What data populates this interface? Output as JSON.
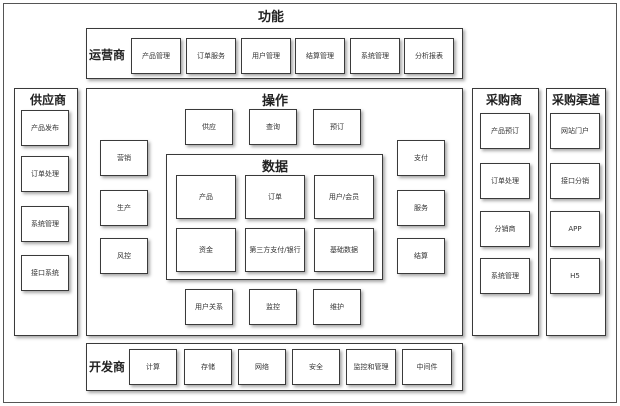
{
  "diagram": {
    "title": "功能",
    "operator": {
      "title": "运营商",
      "items": [
        "产品管理",
        "订单服务",
        "用户管理",
        "结算管理",
        "系统管理",
        "分析报表"
      ]
    },
    "supplier": {
      "title": "供应商",
      "items": [
        "产品发布",
        "订单处理",
        "系统管理",
        "接口系统"
      ]
    },
    "operation": {
      "title": "操作",
      "top": [
        "供应",
        "查询",
        "预订"
      ],
      "left": [
        "营销",
        "生产",
        "风控"
      ],
      "right": [
        "支付",
        "服务",
        "结算"
      ],
      "bottom": [
        "用户关系",
        "监控",
        "维护"
      ]
    },
    "data": {
      "title": "数据",
      "items": [
        "产品",
        "订单",
        "用户/会员",
        "资金",
        "第三方支付/银行",
        "基础数据"
      ]
    },
    "purchaser": {
      "title": "采购商",
      "items": [
        "产品预订",
        "订单处理",
        "分销商",
        "系统管理"
      ]
    },
    "channel": {
      "title": "采购渠道",
      "items": [
        "网站门户",
        "接口分销",
        "APP",
        "H5"
      ]
    },
    "developer": {
      "title": "开发商",
      "items": [
        "计算",
        "存储",
        "网络",
        "安全",
        "监控和管理",
        "中间件"
      ]
    }
  }
}
